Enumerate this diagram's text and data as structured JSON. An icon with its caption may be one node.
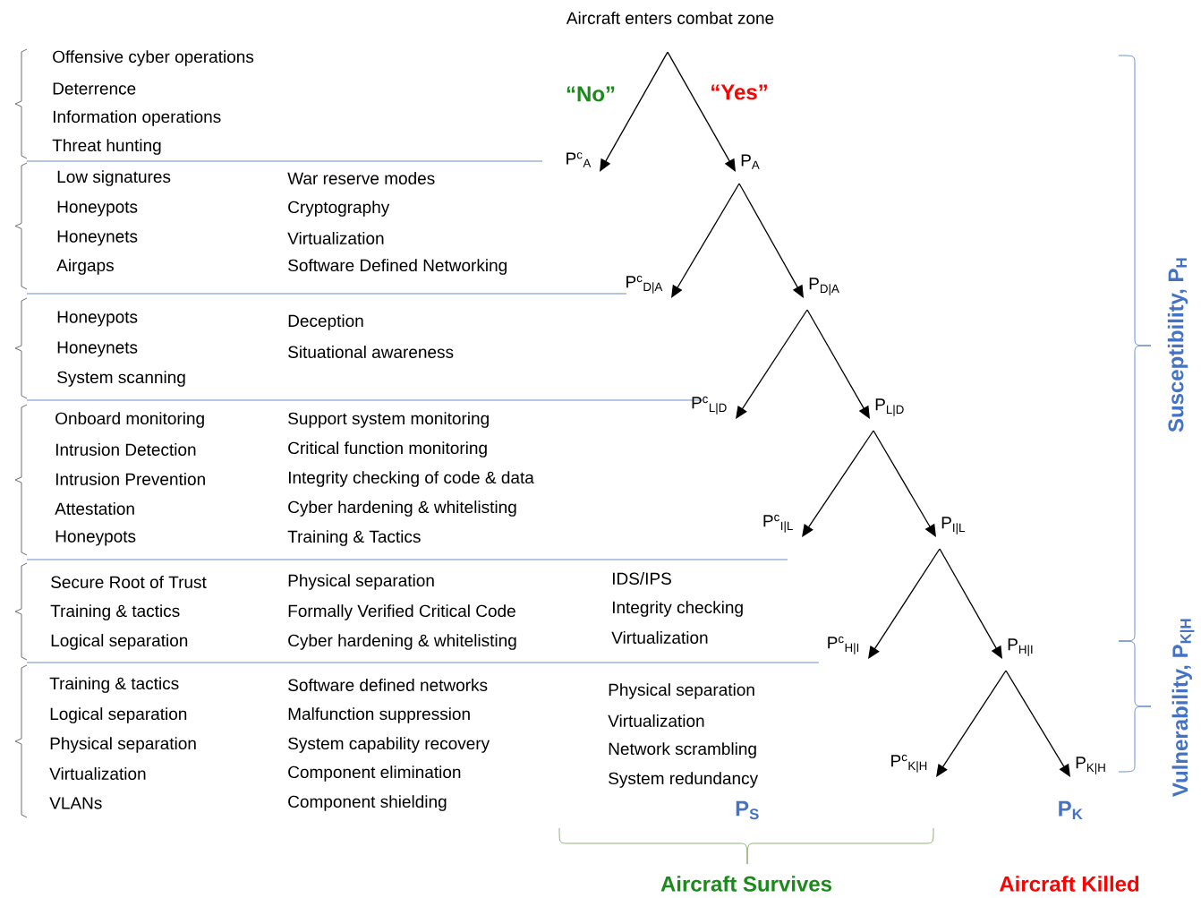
{
  "diagram": {
    "nodes": [
      {
        "text": [
          "Aircraft enters combat zone"
        ]
      },
      {
        "text": [
          "P$^{c}$$_{A}$"
        ]
      },
      {
        "text": [
          "P$_{A}$"
        ]
      },
      {
        "text": [
          "P$^{c}$$_{D|A}$"
        ]
      },
      {
        "text": [
          "P$_{D|A}$"
        ]
      },
      {
        "text": [
          "P$^{c}$$_{L|D}$"
        ]
      },
      {
        "text": [
          "P$_{L|D}$"
        ]
      },
      {
        "text": [
          "P$^{c}$$_{I|L}$"
        ]
      },
      {
        "text": [
          "P$_{I|L}$"
        ]
      },
      {
        "text": [
          "P$^{c}$$_{H|I}$"
        ]
      },
      {
        "text": [
          "P$_{H|I}$"
        ]
      },
      {
        "text": [
          "P$^{c}$$_{K|H}$"
        ]
      },
      {
        "text": [
          "P$_{K|H}$"
        ]
      }
    ],
    "edges": [
      {
        "from": 0,
        "to": 1,
        "arrow": "to",
        "label": "“No”"
      },
      {
        "from": 0,
        "to": 2,
        "arrow": "to",
        "label": "“Yes”"
      },
      {
        "from": 2,
        "to": 3,
        "arrow": "to"
      },
      {
        "from": 2,
        "to": 4,
        "arrow": "to"
      },
      {
        "from": 4,
        "to": 5,
        "arrow": "to"
      },
      {
        "from": 4,
        "to": 6,
        "arrow": "to"
      },
      {
        "from": 6,
        "to": 7,
        "arrow": "to"
      },
      {
        "from": 6,
        "to": 8,
        "arrow": "to"
      },
      {
        "from": 8,
        "to": 9,
        "arrow": "to"
      },
      {
        "from": 8,
        "to": 10,
        "arrow": "to"
      },
      {
        "from": 10,
        "to": 11,
        "arrow": "to"
      },
      {
        "from": 10,
        "to": 12,
        "arrow": "to"
      }
    ],
    "labels": [
      "Offensive cyber operations",
      "Deterrence",
      "Information operations",
      "Threat hunting",
      "Low signatures",
      "War reserve modes",
      "Honeypots",
      "Cryptography",
      "Honeynets",
      "Virtualization",
      "Airgaps",
      "Software Defined Networking",
      "Honeypots",
      "Deception",
      "Honeynets",
      "Situational awareness",
      "System scanning",
      "Onboard monitoring",
      "Support system monitoring",
      "Intrusion Detection",
      "Critical function monitoring",
      "Intrusion Prevention",
      "Integrity checking of code & data",
      "Attestation",
      "Cyber hardening & whitelisting",
      "Honeypots",
      "Training & Tactics",
      "Secure Root of Trust",
      "Physical separation",
      "IDS/IPS",
      "Training & tactics",
      "Formally Verified Critical Code",
      "Integrity checking",
      "Logical separation",
      "Cyber hardening & whitelisting",
      "Virtualization",
      "Training & tactics",
      "Software defined networks",
      "Physical separation",
      "Logical separation",
      "Malfunction suppression",
      "Virtualization",
      "Physical separation",
      "System capability recovery",
      "Network scrambling",
      "Virtualization",
      "Component elimination",
      "System redundancy",
      "VLANs",
      "Component shielding",
      "P$_{S}$",
      "P$_{K}$",
      "Aircraft Survives",
      "Aircraft Killed",
      "Susceptibility, P$_{H}$",
      "Vulnerability, P$_{K|H}$"
    ]
  }
}
